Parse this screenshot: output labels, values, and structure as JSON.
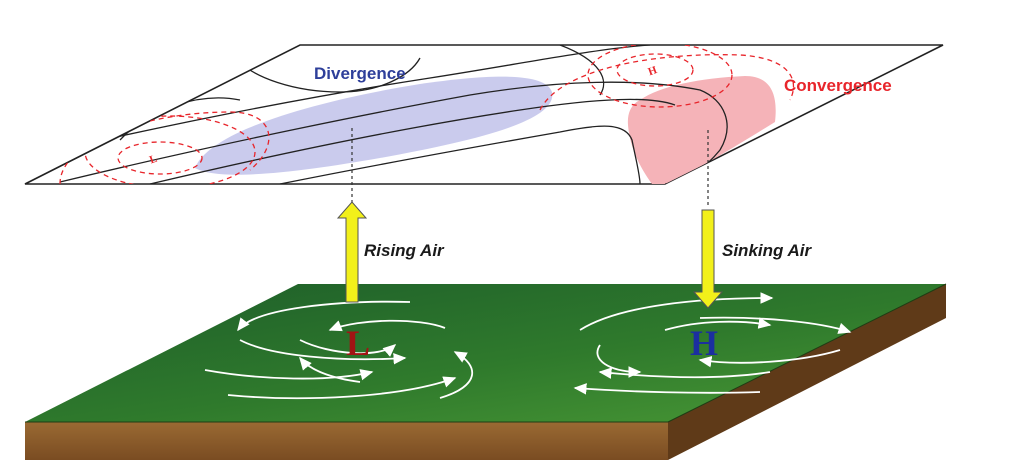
{
  "upper_level": {
    "divergence_label": "Divergence",
    "convergence_label": "Convergence",
    "mini_low": "L",
    "mini_high": "H"
  },
  "arrows": {
    "rising_label": "Rising Air",
    "sinking_label": "Sinking Air"
  },
  "surface": {
    "low_label": "L",
    "high_label": "H"
  },
  "colors": {
    "ground_top": "#2f7a2c",
    "ground_side": "#8b5a2b",
    "arrow_fill": "#f2f01a",
    "divergence_shade": "#c7c8ec",
    "convergence_shade": "#f5b3b8",
    "low_color": "#a11414",
    "high_color": "#1b2fa0"
  }
}
